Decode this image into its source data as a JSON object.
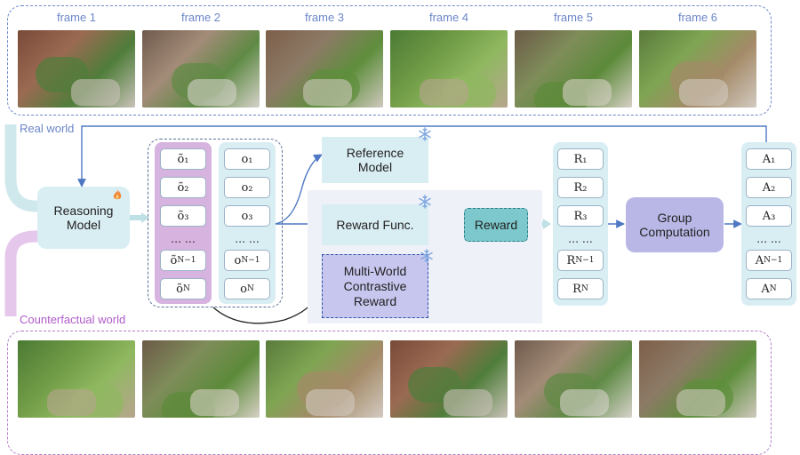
{
  "frames": {
    "labels": [
      "frame 1",
      "frame 2",
      "frame 3",
      "frame 4",
      "frame 5",
      "frame 6"
    ],
    "top_panel_color": "#6b86c9",
    "bottom_panel_color": "#b27cc6"
  },
  "labels": {
    "real_world": "Real world",
    "counterfactual_world": "Counterfactual world"
  },
  "reasoning_model": "Reasoning\nModel",
  "reference_model": "Reference\nModel",
  "reward_func": "Reward Func.",
  "multi_world": "Multi-World\nContrastive\nReward",
  "reward": "Reward",
  "group_computation": "Group\nComputation",
  "tokens": {
    "o_tilde": [
      "õ₁",
      "õ₂",
      "õ₃",
      "… …",
      "õ_{N−1}",
      "õ_N"
    ],
    "o": [
      "o₁",
      "o₂",
      "o₃",
      "… …",
      "o_{N−1}",
      "o_N"
    ],
    "R": [
      "R₁",
      "R₂",
      "R₃",
      "… …",
      "R_{N−1}",
      "R_N"
    ],
    "A": [
      "A₁",
      "A₂",
      "A₃",
      "… …",
      "A_{N−1}",
      "A_N"
    ]
  },
  "icons": {
    "fire": "fire-icon",
    "snowflake": "snowflake-icon"
  },
  "colors": {
    "light_teal": "#d9eef3",
    "purple_col": "#d7b3df",
    "group_box": "#b9b7e6",
    "multi_world_box": "#c7c6ee",
    "reward_box": "#7cc8cc",
    "arrow_blue": "#4f78c4",
    "real_world_text": "#6b86c9",
    "counterfactual_text": "#b05cc9"
  }
}
